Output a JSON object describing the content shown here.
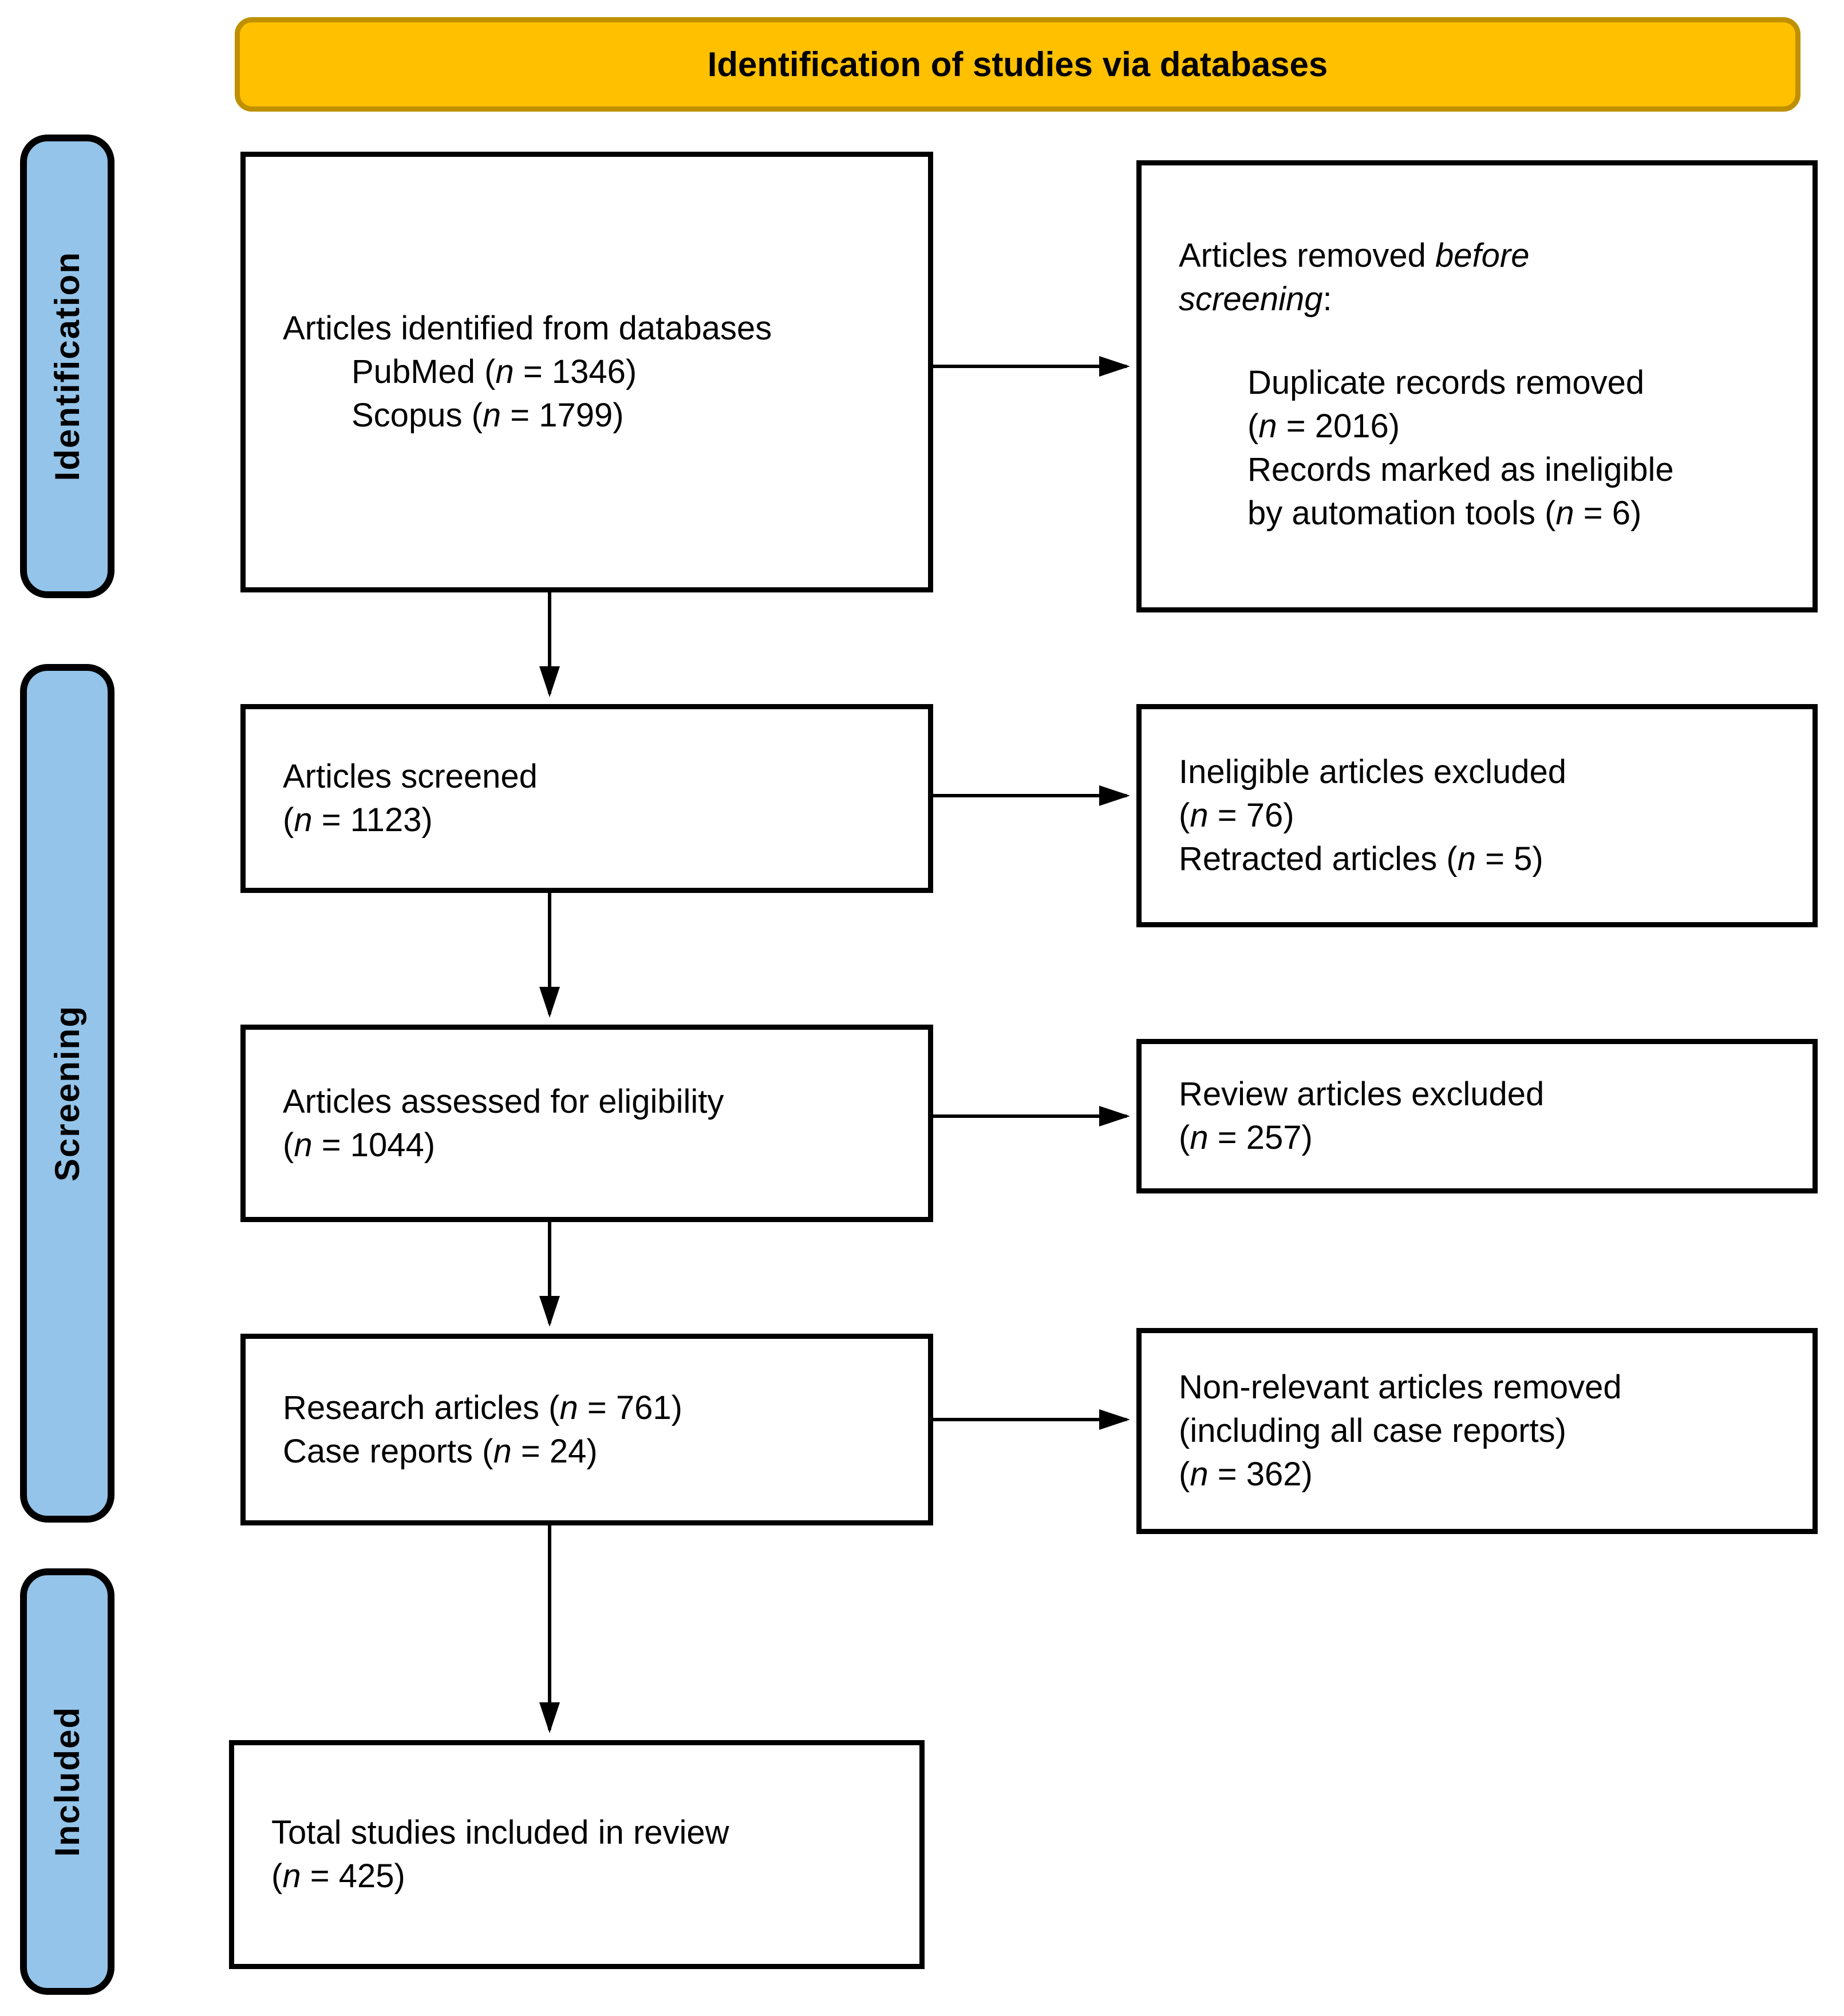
{
  "banner": {
    "title": "Identification of studies via databases"
  },
  "stages": [
    {
      "id": "identification",
      "label": "Identification"
    },
    {
      "id": "screening",
      "label": "Screening"
    },
    {
      "id": "included",
      "label": "Included"
    }
  ],
  "boxes": [
    {
      "id": "identified",
      "lines": [
        "Articles identified from databases",
        "\tPubMed (*n* = 1346)",
        "\tScopus (*n* = 1799)"
      ]
    },
    {
      "id": "removed-before",
      "lines": [
        "Articles removed *before*",
        "*screening*:",
        "",
        "\tDuplicate records removed",
        "\t(*n* = 2016)",
        "\tRecords marked as ineligible",
        "\tby automation tools (*n* = 6)"
      ]
    },
    {
      "id": "screened",
      "lines": [
        "Articles screened",
        "(*n* = 1123)"
      ]
    },
    {
      "id": "ineligible-excluded",
      "lines": [
        "Ineligible articles excluded",
        "(*n* = 76)",
        "Retracted articles (*n* = 5)"
      ]
    },
    {
      "id": "eligibility",
      "lines": [
        "Articles assessed for eligibility",
        "(*n* = 1044)"
      ]
    },
    {
      "id": "review-excluded",
      "lines": [
        "Review articles excluded",
        "(*n* = 257)"
      ]
    },
    {
      "id": "research-case",
      "lines": [
        "Research articles (*n* = 761)",
        "Case reports (*n* = 24)"
      ]
    },
    {
      "id": "nonrelevant-removed",
      "lines": [
        "Non-relevant articles removed",
        "(including all case reports)",
        "(*n* = 362)"
      ]
    },
    {
      "id": "total-included",
      "lines": [
        "Total studies included in review",
        "(*n* = 425)"
      ]
    }
  ],
  "colors": {
    "banner_fill": "#FFC000",
    "banner_border": "#BF9000",
    "stage_fill": "#94C4E9",
    "box_border": "#000000",
    "box_fill": "#FFFFFF",
    "text": "#000000"
  }
}
